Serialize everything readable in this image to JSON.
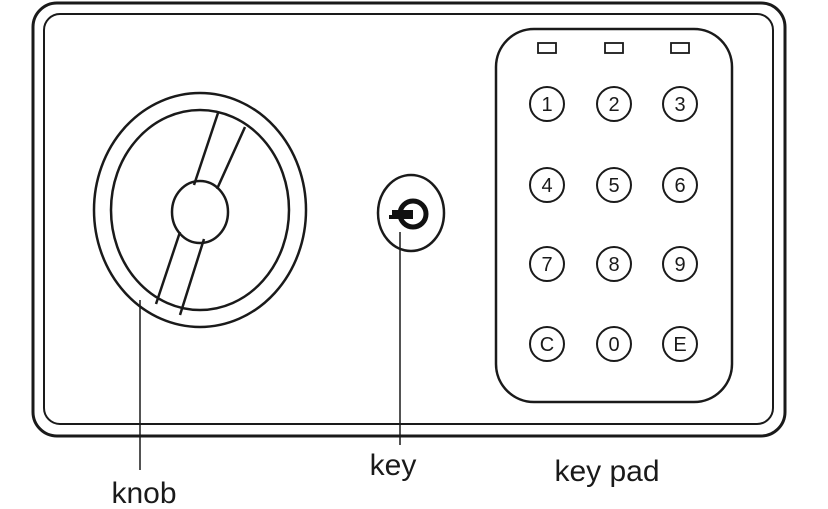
{
  "labels": {
    "knob": "knob",
    "key": "key",
    "keypad": "key pad"
  },
  "keypad": {
    "indicators": [
      "",
      "",
      ""
    ],
    "keys": [
      [
        "1",
        "2",
        "3"
      ],
      [
        "4",
        "5",
        "6"
      ],
      [
        "7",
        "8",
        "9"
      ],
      [
        "C",
        "0",
        "E"
      ]
    ]
  }
}
